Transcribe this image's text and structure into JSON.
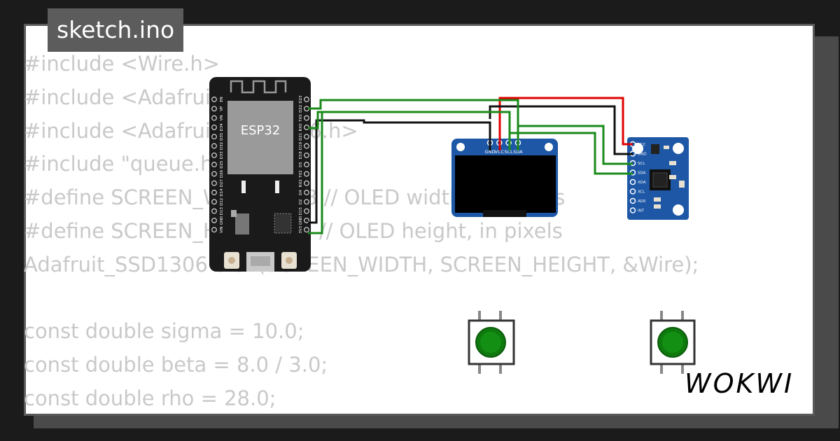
{
  "header": {
    "filename": "sketch.ino"
  },
  "code_lines": [
    "#include <Wire.h>",
    "#include <Adafruit_GFX.h>",
    "#include <Adafruit_SSD1306.h>",
    "#include \"queue.h\"",
    "#define SCREEN_WIDTH 128 // OLED width,  in pixels",
    "#define SCREEN_HEIGHT 64 // OLED height, in pixels",
    "Adafruit_SSD1306 oled(SCREEN_WIDTH, SCREEN_HEIGHT, &Wire);",
    "",
    "const double sigma = 10.0;",
    "const double beta = 8.0 / 3.0;",
    "const double rho = 28.0;"
  ],
  "esp32": {
    "label": "ESP32",
    "left_pins": [
      "EN",
      "VP",
      "VN",
      "D34",
      "D35",
      "D32",
      "D33",
      "D25",
      "D26",
      "D27",
      "D14",
      "D12",
      "D13",
      "GND",
      "VIN"
    ],
    "right_pins": [
      "D23",
      "D22",
      "TX0",
      "RX0",
      "D21",
      "D19",
      "D18",
      "D5",
      "TX2",
      "RX2",
      "D4",
      "D2",
      "D15",
      "GND",
      "3V3"
    ]
  },
  "oled": {
    "pins": [
      "GND",
      "VCC",
      "SCL",
      "SDA"
    ]
  },
  "imu": {
    "pins": [
      "VCC",
      "GND",
      "SCL",
      "SDA",
      "XDA",
      "XCL",
      "AD0",
      "INT"
    ]
  },
  "brand": {
    "logo": "WOKWI"
  },
  "colors": {
    "wire_red": "#e00000",
    "wire_green": "#1a8a1a",
    "wire_black": "#111111",
    "board_blue": "#1d57a6"
  }
}
